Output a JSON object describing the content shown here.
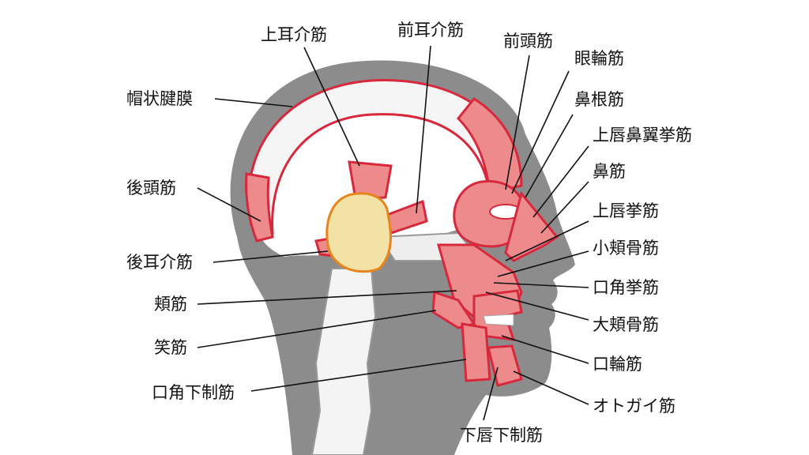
{
  "title": "顔の表情筋",
  "colors": {
    "head": "#8c8c8c",
    "muscle": "#ec8a8c",
    "muscle_edge": "#d8283c",
    "ear": "#f3e2a6",
    "ear_edge": "#e8841c"
  },
  "labels": [
    {
      "id": "joujikai",
      "text": "上耳介筋"
    },
    {
      "id": "zenjikai",
      "text": "前耳介筋"
    },
    {
      "id": "zentou",
      "text": "前頭筋"
    },
    {
      "id": "ganrin",
      "text": "眼輪筋"
    },
    {
      "id": "bikon",
      "text": "鼻根筋"
    },
    {
      "id": "joushinbiyoku",
      "text": "上唇鼻翼挙筋"
    },
    {
      "id": "bi",
      "text": "鼻筋"
    },
    {
      "id": "joushinkyo",
      "text": "上唇挙筋"
    },
    {
      "id": "shoukyoukotsu",
      "text": "小頬骨筋"
    },
    {
      "id": "koukakukyo",
      "text": "口角挙筋"
    },
    {
      "id": "daikyoukotsu",
      "text": "大頬骨筋"
    },
    {
      "id": "kourin",
      "text": "口輪筋"
    },
    {
      "id": "otogai",
      "text": "オトガイ筋"
    },
    {
      "id": "kashinkasei",
      "text": "下唇下制筋"
    },
    {
      "id": "boujoukenmaku",
      "text": "帽状腱膜"
    },
    {
      "id": "koutou",
      "text": "後頭筋"
    },
    {
      "id": "koujikai",
      "text": "後耳介筋"
    },
    {
      "id": "kyou",
      "text": "頬筋"
    },
    {
      "id": "shou",
      "text": "笑筋"
    },
    {
      "id": "koukakukasei",
      "text": "口角下制筋"
    }
  ]
}
